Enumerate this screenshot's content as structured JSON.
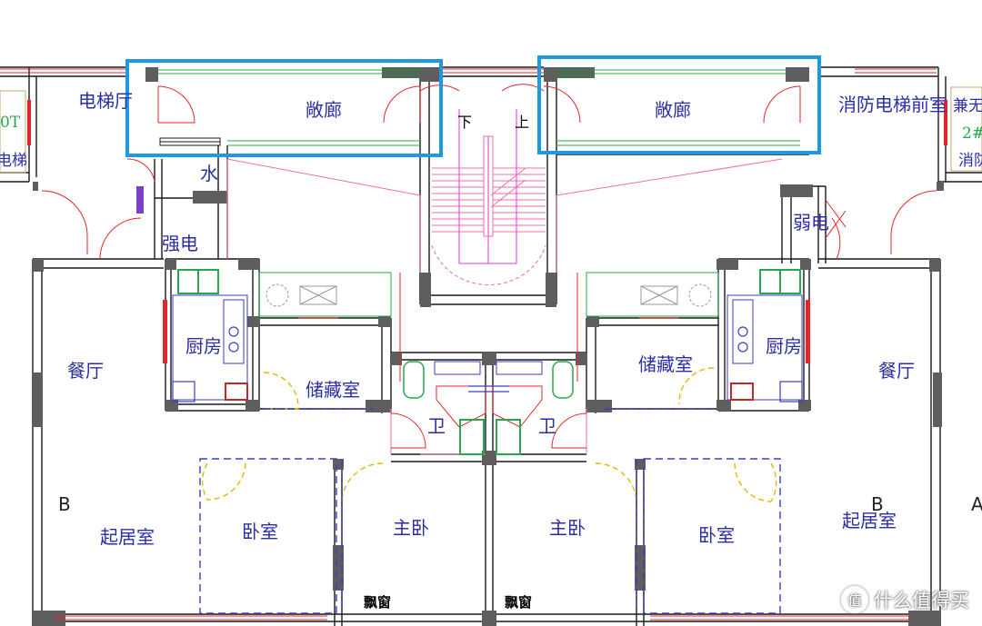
{
  "rooms": {
    "elevator_hall": "电梯厅",
    "open_corridor_left": "敞廊",
    "open_corridor_right": "敞廊",
    "fire_elevator_lobby": "消防电梯前室",
    "stair_down": "下",
    "stair_up": "上",
    "water_shaft": "水",
    "strong_current": "强电",
    "weak_current": "弱电",
    "kitchen_left": "厨房",
    "kitchen_right": "厨房",
    "dining_left": "餐厅",
    "dining_right": "餐厅",
    "storage_left": "储藏室",
    "storage_right": "储藏室",
    "bath_left": "卫",
    "bath_right": "卫",
    "living_left": "起居室",
    "living_right": "起居室",
    "bedroom_left": "卧室",
    "bedroom_right": "卧室",
    "master_left": "主卧",
    "master_right": "主卧",
    "bay_window_left": "飘窗",
    "bay_window_right": "飘窗",
    "unit_left": "B",
    "unit_right": "B",
    "unit_far_right": "A"
  },
  "edge_fragments": {
    "left_elevator_a": "0T",
    "left_elevator_b": "电梯",
    "right_fire_a": "兼无",
    "right_fire_b": "2#",
    "right_fire_c": "消防"
  },
  "watermark": {
    "icon": "值",
    "text": "什么值得买"
  },
  "colors": {
    "highlight": "#1e9be0",
    "label": "#2b2ea6",
    "wall": "#5e5e5e"
  }
}
